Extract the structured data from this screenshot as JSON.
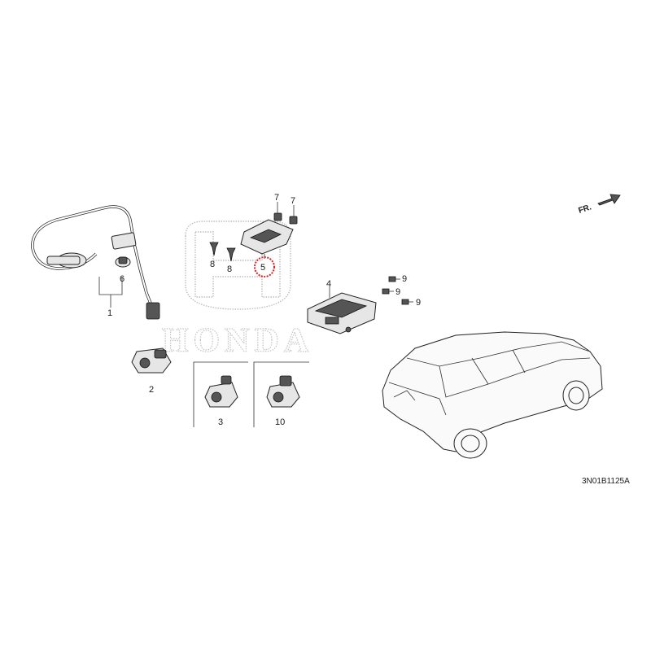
{
  "diagram": {
    "watermark_text": "HONDA",
    "direction_label": "FR.",
    "diagram_code": "3N01B1125A",
    "highlighted_part": "5",
    "callouts": [
      {
        "id": "c1",
        "label": "1"
      },
      {
        "id": "c2",
        "label": "2"
      },
      {
        "id": "c3",
        "label": "3"
      },
      {
        "id": "c4",
        "label": "4"
      },
      {
        "id": "c5",
        "label": "5"
      },
      {
        "id": "c6",
        "label": "6"
      },
      {
        "id": "c7a",
        "label": "7"
      },
      {
        "id": "c7b",
        "label": "7"
      },
      {
        "id": "c8a",
        "label": "8"
      },
      {
        "id": "c8b",
        "label": "8"
      },
      {
        "id": "c9a",
        "label": "9"
      },
      {
        "id": "c9b",
        "label": "9"
      },
      {
        "id": "c9c",
        "label": "9"
      },
      {
        "id": "c10",
        "label": "10"
      }
    ],
    "highlight_color": "#e02020"
  }
}
